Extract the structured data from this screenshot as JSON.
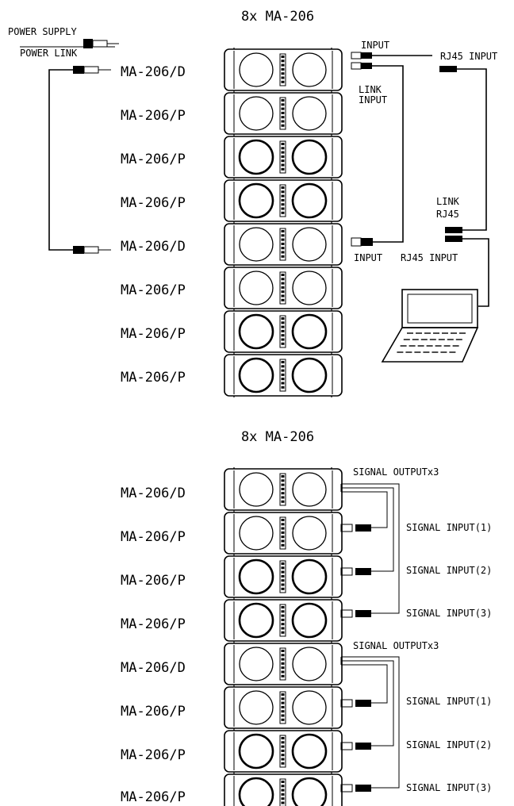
{
  "top": {
    "title": "8x MA-206",
    "units": [
      "MA-206/D",
      "MA-206/P",
      "MA-206/P",
      "MA-206/P",
      "MA-206/D",
      "MA-206/P",
      "MA-206/P",
      "MA-206/P"
    ],
    "power_supply_label": "POWER SUPPLY",
    "power_link_label": "POWER LINK",
    "input_label_top": "INPUT",
    "link_input_label": [
      "LINK",
      "INPUT"
    ],
    "input_label_bottom": "INPUT",
    "rj45_input_label_top": "RJ45 INPUT",
    "link_rj45_label": [
      "LINK",
      "RJ45"
    ],
    "rj45_input_label_bottom": "RJ45 INPUT"
  },
  "bottom": {
    "title": "8x MA-206",
    "units": [
      "MA-206/D",
      "MA-206/P",
      "MA-206/P",
      "MA-206/P",
      "MA-206/D",
      "MA-206/P",
      "MA-206/P",
      "MA-206/P"
    ],
    "signal_output_label": "SIGNAL OUTPUTx3",
    "signal_inputs": [
      "SIGNAL INPUT(1)",
      "SIGNAL INPUT(2)",
      "SIGNAL INPUT(3)",
      "SIGNAL INPUT(1)",
      "SIGNAL INPUT(2)",
      "SIGNAL INPUT(3)"
    ]
  }
}
